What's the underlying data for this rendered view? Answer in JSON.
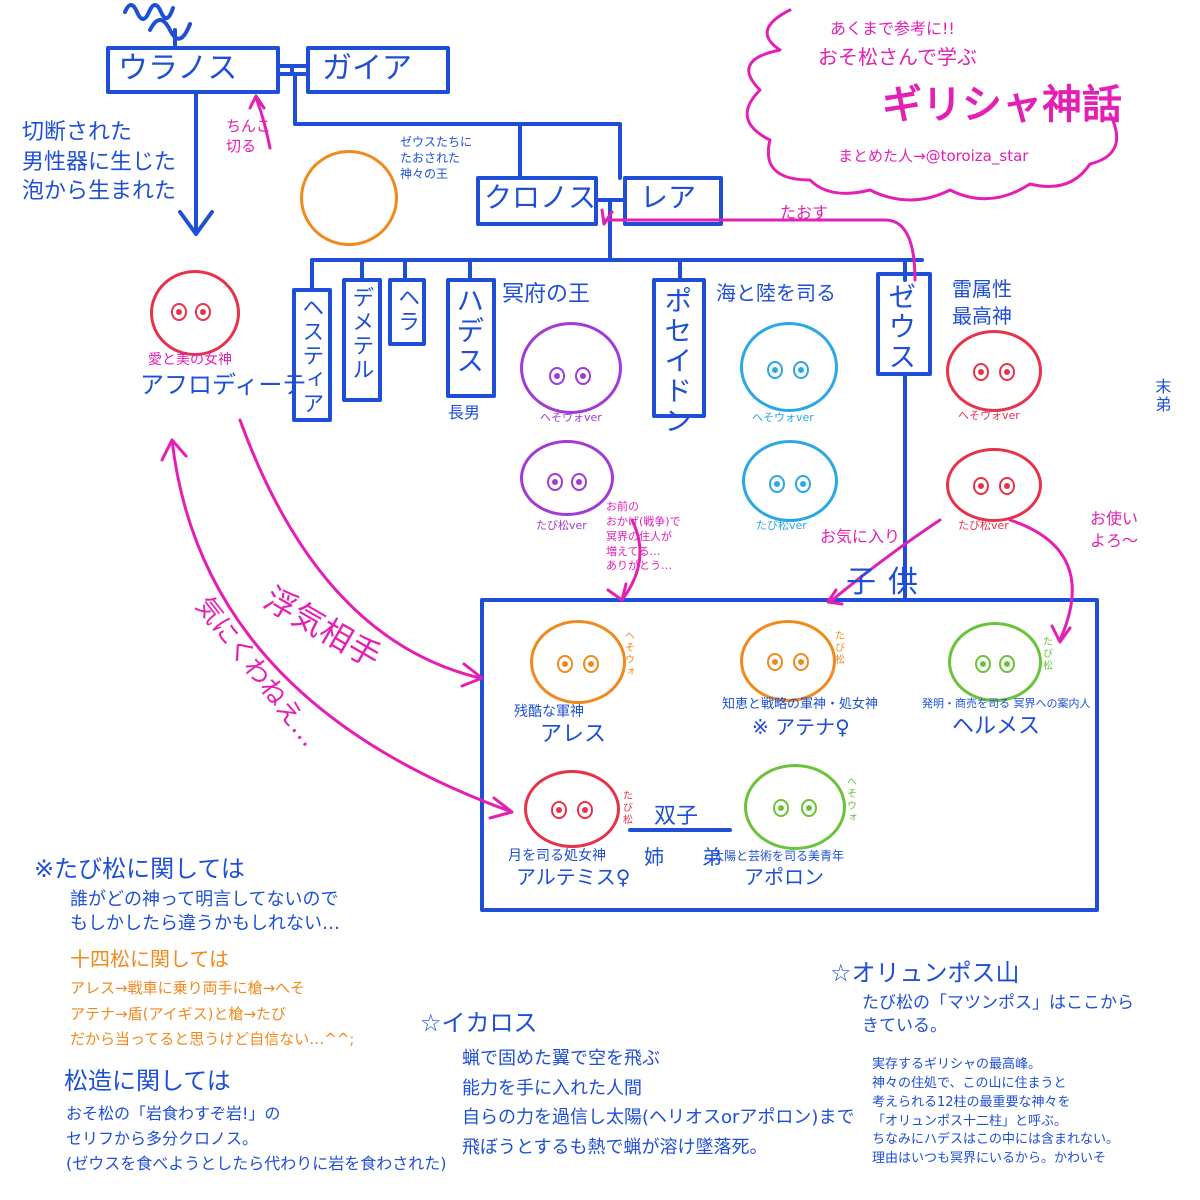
{
  "title_block": {
    "pre": "あくまで参考に!!",
    "sub": "おそ松さんで学ぶ",
    "main": "ギリシャ神話",
    "credit": "まとめた人→@toroiza_star"
  },
  "gods": {
    "uranos": "ウラノス",
    "gaia": "ガイア",
    "kronos": "クロノス",
    "rhea": "レア",
    "hestia": "ヘスティア",
    "demeter": "デメテル",
    "hera": "ヘラ",
    "hades": "ハデス",
    "poseidon": "ポセイドン",
    "zeus": "ゼウス"
  },
  "labels": {
    "aphrodite_birth": "切断された\n男性器に生じた\n泡から生まれた",
    "cut": "ちんこ\n切る",
    "zeus_defeated": "ゼウスたちに\nたおされた\n神々の王",
    "taosu": "たおす",
    "hades_title": "冥府の王",
    "poseidon_title": "海と陸を司る",
    "zeus_title": "雷属性\n最高神",
    "choonan": "長男",
    "suekko": "末弟",
    "hesowo1": "へそウォver",
    "hesowo2": "へそウォver",
    "hesowo3": "へそウォver",
    "tabi1": "たび松ver",
    "tabi2": "たび松ver",
    "tabi3": "たび松ver",
    "aphrodite_title": "愛と美の女神",
    "aphrodite": "アフロディーテ",
    "hades_note": "お前の\nおかげ(戦争)で\n冥界の住人が\n増えてる…\nありがとう…",
    "okiniiri": "お気に入り",
    "otsukai": "お使い\nよろ〜",
    "kodomo": "子供",
    "uwaki": "浮気相手",
    "kuwanee": "気にくわねえ…",
    "ares_title": "残酷な軍神",
    "ares": "アレス",
    "athena_title": "知恵と戦略の軍神・処女神",
    "athena": "※ アテナ♀",
    "hermes_title": "発明・商売を司る 冥界への案内人",
    "hermes": "ヘルメス",
    "artemis_title": "月を司る処女神",
    "artemis": "アルテミス♀",
    "apollo_title": "太陽と芸術を司る美青年",
    "apollo": "アポロン",
    "futago": "双子",
    "ane": "姉",
    "otouto": "弟",
    "hesowo_side1": "へそウォ",
    "hesowo_side2": "へそウォ",
    "tabi_side1": "たび松",
    "tabi_side2": "たび松",
    "tabi_side3": "たび松"
  },
  "notes": {
    "tabi_head": "※たび松に関しては",
    "tabi_body": "誰がどの神って明言してないので\nもしかしたら違うかもしれない…",
    "jushi_head": "十四松に関しては",
    "jushi_body": "アレス→戦車に乗り両手に槍→へそ\nアテナ→盾(アイギス)と槍→たび\nだから当ってると思うけど自信ない…^^;",
    "matsuzo_head": "松造に関しては",
    "matsuzo_body": "おそ松の「岩食わすぞ岩!」の\nセリフから多分クロノス。\n(ゼウスを食べようとしたら代わりに岩を食わされた)",
    "icarus_head": "☆イカロス",
    "icarus_body": "蝋で固めた翼で空を飛ぶ\n能力を手に入れた人間\n自らの力を過信し太陽(ヘリオスorアポロン)まで\n飛ぼうとするも熱で蝋が溶け墜落死。",
    "olympus_head": "☆オリュンポス山",
    "olympus_body": "たび松の「マツンポス」はここから\nきている。",
    "olympus_more": "実存するギリシャの最高峰。\n神々の住処で、この山に住まうと\n考えられる12柱の最重要な神々を\n「オリュンポス十二柱」と呼ぶ。\nちなみにハデスはこの中には含まれない。\n理由はいつも冥界にいるから。かわいそ"
  },
  "colors": {
    "blue": "#1e4fd6",
    "pink": "#e41fb4",
    "orange": "#f08a1c",
    "purple": "#a23ad6",
    "cyan": "#2aa8e6",
    "red": "#e8324a",
    "green": "#6cc23a"
  }
}
